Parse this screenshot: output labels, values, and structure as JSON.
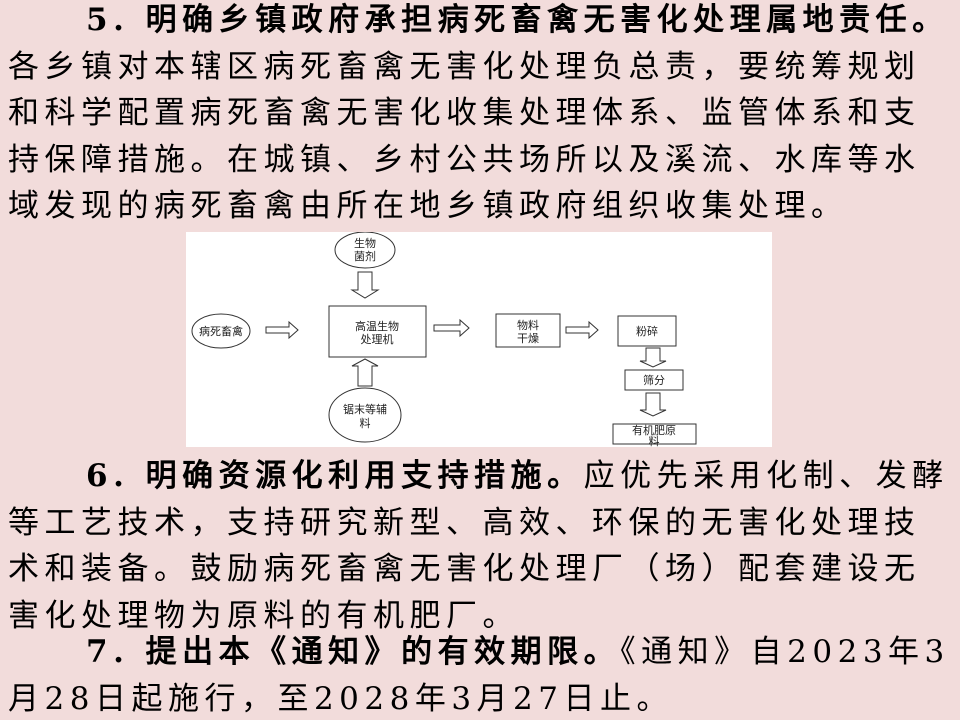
{
  "para5": {
    "lines": [
      [
        {
          "t": "5. 明确乡镇政府承担病死畜禽无害化处理属地责任。",
          "b": true
        }
      ],
      [
        {
          "t": "各乡镇对本辖区病死畜禽无害化处理负总责，要统筹规划",
          "b": false
        }
      ],
      [
        {
          "t": "和科学配置病死畜禽无害化收集处理体系、监管体系和支",
          "b": false
        }
      ],
      [
        {
          "t": "持保障措施。在城镇、乡村公共场所以及溪流、水库等水",
          "b": false
        }
      ],
      [
        {
          "t": "域发现的病死畜禽由所在地乡镇政府组织收集处理。",
          "b": false
        }
      ]
    ]
  },
  "diagram": {
    "bio_agent": [
      "生物",
      "菌剂"
    ],
    "dead_livestock": "病死畜禽",
    "processor": [
      "高温生物",
      "处理机"
    ],
    "sawdust": [
      "锯末等辅",
      "料"
    ],
    "drying": [
      "物料",
      "干燥"
    ],
    "crushing": "粉碎",
    "screening": "筛分",
    "fertilizer": [
      "有机肥原",
      "料"
    ]
  },
  "para6": {
    "lines": [
      [
        {
          "t": "6. 明确资源化利用支持措施。",
          "b": true
        },
        {
          "t": "应优先采用化制、发酵",
          "b": false
        }
      ],
      [
        {
          "t": "等工艺技术，支持研究新型、高效、环保的无害化处理技",
          "b": false
        }
      ],
      [
        {
          "t": "术和装备。鼓励病死畜禽无害化处理厂（场）配套建设无",
          "b": false
        }
      ],
      [
        {
          "t": "害化处理物为原料的有机肥厂。",
          "b": false
        }
      ]
    ]
  },
  "para7": {
    "lines": [
      [
        {
          "t": "7. 提出本《通知》的有效期限。",
          "b": true
        },
        {
          "t": "《通知》自2023年3",
          "b": false
        }
      ],
      [
        {
          "t": "月28日起施行，至2028年3月27日止。",
          "b": false
        }
      ]
    ]
  }
}
